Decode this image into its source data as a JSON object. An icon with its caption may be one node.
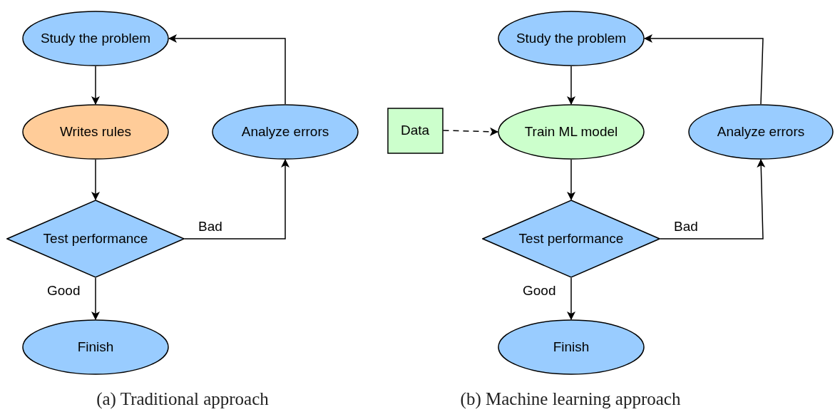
{
  "diagram": {
    "nodes": [
      {
        "text": [
          "Study the problem"
        ]
      },
      {
        "text": [
          "Writes rules"
        ]
      },
      {
        "text": [
          "Analyze errors"
        ]
      },
      {
        "text": [
          "Test performance"
        ]
      },
      {
        "text": [
          "Finish"
        ]
      },
      {
        "text": [
          "Study the problem"
        ]
      },
      {
        "text": [
          "Data"
        ]
      },
      {
        "text": [
          "Train ML model"
        ]
      },
      {
        "text": [
          "Analyze errors"
        ]
      },
      {
        "text": [
          "Test performance"
        ]
      },
      {
        "text": [
          "Finish"
        ]
      }
    ],
    "edges": [
      {
        "from": 0,
        "to": 1,
        "arrow": "to"
      },
      {
        "from": 1,
        "to": 3,
        "arrow": "to"
      },
      {
        "from": 3,
        "to": 2,
        "arrow": "to",
        "label": "Bad"
      },
      {
        "from": 2,
        "to": 0,
        "arrow": "to"
      },
      {
        "from": 3,
        "to": 4,
        "arrow": "to",
        "label": "Good"
      },
      {
        "from": 5,
        "to": 7,
        "arrow": "to"
      },
      {
        "from": 6,
        "to": 7,
        "arrow": "to",
        "style": "dashed"
      },
      {
        "from": 7,
        "to": 9,
        "arrow": "to"
      },
      {
        "from": 9,
        "to": 8,
        "arrow": "to",
        "label": "Bad"
      },
      {
        "from": 8,
        "to": 5,
        "arrow": "to"
      },
      {
        "from": 9,
        "to": 10,
        "arrow": "to",
        "label": "Good"
      }
    ],
    "labels": [
      "(a) Traditional approach",
      "(b) Machine learning approach"
    ]
  }
}
